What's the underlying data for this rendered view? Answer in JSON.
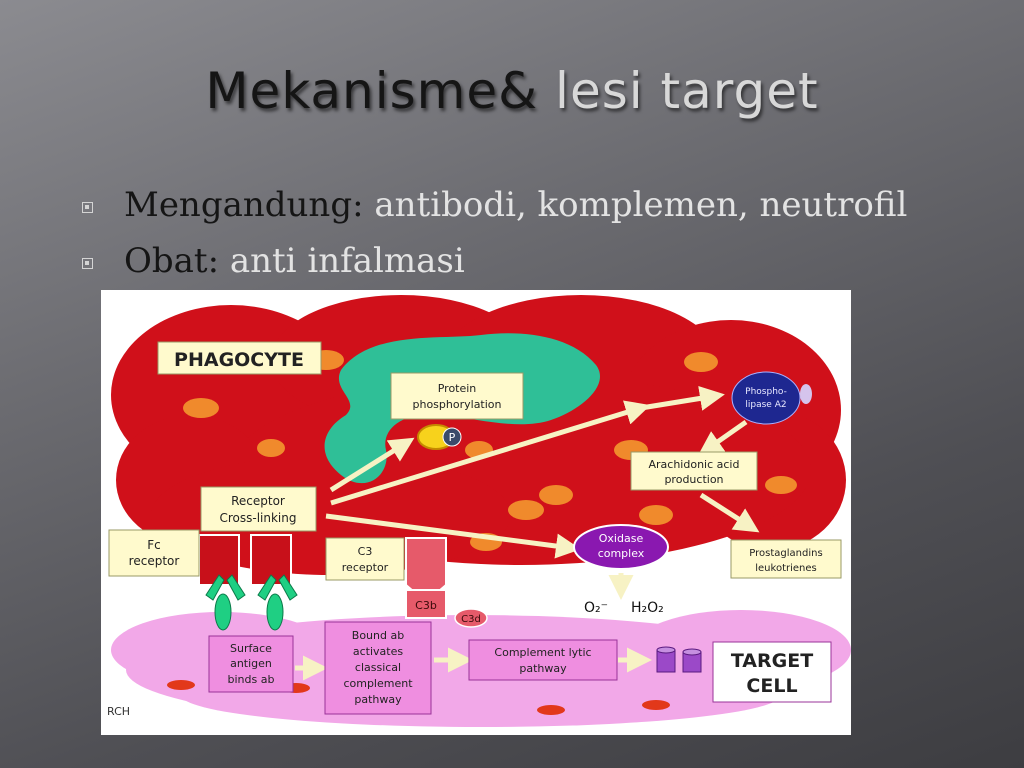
{
  "slide": {
    "title_part1": "Mekanisme&",
    "title_part2": "lesi target",
    "bullets": [
      {
        "label": "Mengandung:",
        "value": "antibodi, komplemen, neutrofil"
      },
      {
        "label": "Obat:",
        "value": "anti infalmasi"
      }
    ]
  },
  "diagram": {
    "phagocyte": "PHAGOCYTE",
    "protein_l1": "Protein",
    "protein_l2": "phosphorylation",
    "p_badge": "P",
    "phospho_l1": "Phospho-",
    "phospho_l2": "lipase A2",
    "arach_l1": "Arachidonic acid",
    "arach_l2": "production",
    "receptor_l1": "Receptor",
    "receptor_l2": "Cross-linking",
    "fc_l1": "Fc",
    "fc_l2": "receptor",
    "c3_l1": "C3",
    "c3_l2": "receptor",
    "oxidase_l1": "Oxidase",
    "oxidase_l2": "complex",
    "prosta_l1": "Prostaglandins",
    "prosta_l2": "leukotrienes",
    "o2": "O₂⁻",
    "h2o2": "H₂O₂",
    "c3b": "C3b",
    "c3d": "C3d",
    "surface_l1": "Surface",
    "surface_l2": "antigen",
    "surface_l3": "binds ab",
    "bound_l1": "Bound ab",
    "bound_l2": "activates",
    "bound_l3": "classical",
    "bound_l4": "complement",
    "bound_l5": "pathway",
    "lytic_l1": "Complement lytic",
    "lytic_l2": "pathway",
    "target_l1": "TARGET",
    "target_l2": "CELL",
    "credit": "RCH"
  },
  "colors": {
    "cell_red": "#d0101a",
    "target_pink": "#f2a8e8",
    "label_box": "#fffacd",
    "green": "#2fbf97",
    "orange": "#f08a2c",
    "arrow": "#f7f2c4"
  }
}
